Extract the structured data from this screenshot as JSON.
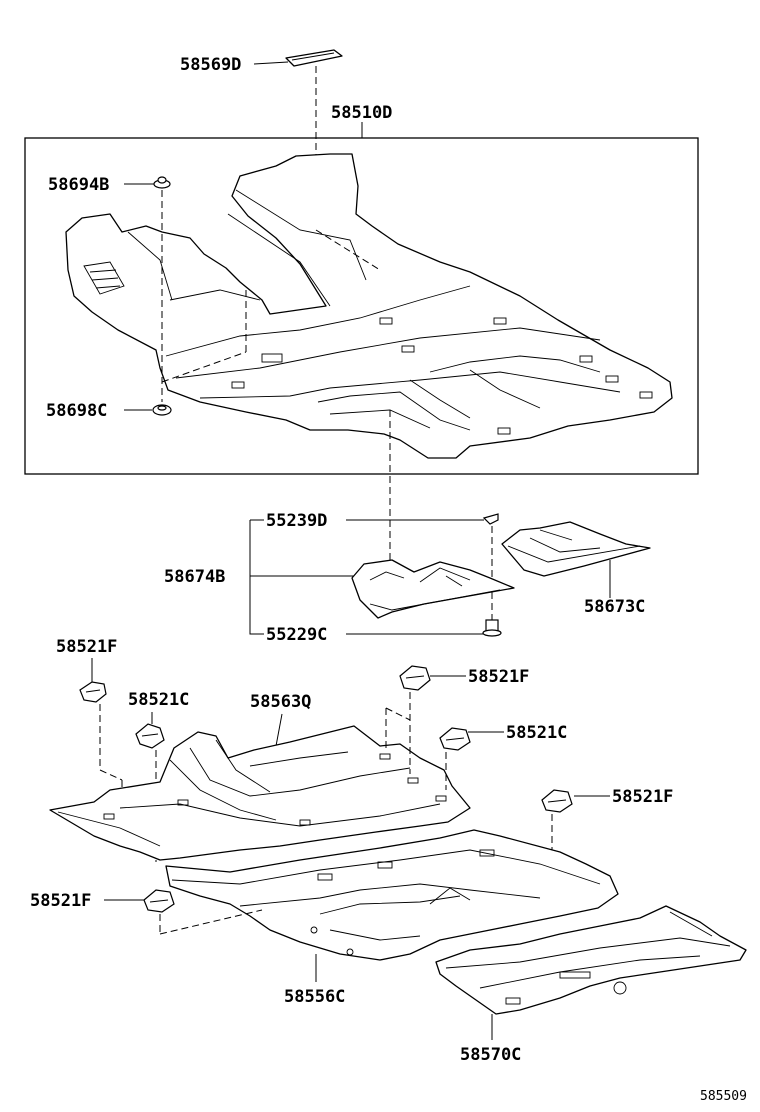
{
  "diagram": {
    "labels": {
      "p58569D": "58569D",
      "p58510D": "58510D",
      "p58694B": "58694B",
      "p58698C": "58698C",
      "p55239D": "55239D",
      "p58674B": "58674B",
      "p55229C": "55229C",
      "p58673C": "58673C",
      "p58521F_a": "58521F",
      "p58521F_b": "58521F",
      "p58521F_c": "58521F",
      "p58521F_d": "58521F",
      "p58521C_a": "58521C",
      "p58521C_b": "58521C",
      "p58563Q": "58563Q",
      "p58556C": "58556C",
      "p58570C": "58570C"
    },
    "figure_number": "585509"
  }
}
